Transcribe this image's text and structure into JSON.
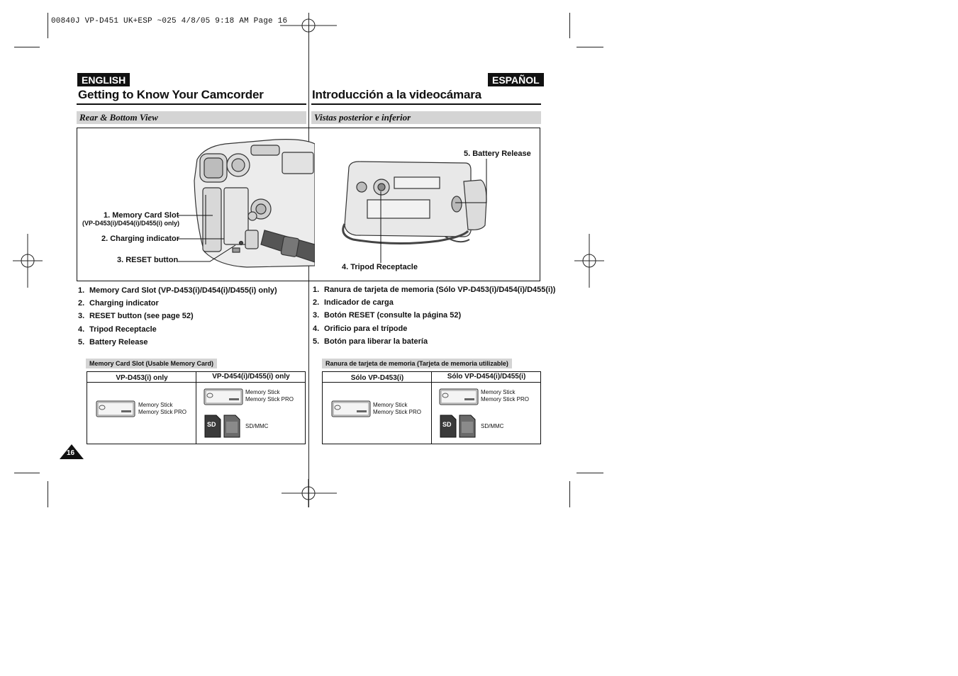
{
  "print_header": "00840J VP-D451 UK+ESP ~025  4/8/05 9:18 AM  Page 16",
  "left": {
    "badge": "ENGLISH",
    "title": "Getting to Know Your Camcorder",
    "subtitle": "Rear & Bottom View",
    "callouts": {
      "c1": "1. Memory Card Slot",
      "c1_sub": "(VP-D453(i)/D454(i)/D455(i) only)",
      "c2": "2. Charging indicator",
      "c3": "3. RESET button",
      "c4": "4. Tripod Receptacle",
      "c5": "5. Battery Release"
    },
    "list": [
      {
        "num": "1.",
        "text": "Memory Card Slot  (VP-D453(i)/D454(i)/D455(i) only)"
      },
      {
        "num": "2.",
        "text": "Charging indicator"
      },
      {
        "num": "3.",
        "text": "RESET button (see page 52)"
      },
      {
        "num": "4.",
        "text": "Tripod Receptacle"
      },
      {
        "num": "5.",
        "text": "Battery Release"
      }
    ],
    "table_caption": "Memory Card Slot (Usable Memory Card)",
    "table": {
      "col1_header": "VP-D453(i) only",
      "col2_header": "VP-D454(i)/D455(i) only",
      "ms_label_1": "Memory Stick",
      "ms_label_2": "Memory Stick PRO",
      "sd_label": "SD/MMC"
    },
    "page_number": "16"
  },
  "right": {
    "badge": "ESPAÑOL",
    "title": "Introducción a la videocámara",
    "subtitle": "Vistas posterior e inferior",
    "list": [
      {
        "num": "1.",
        "text": "Ranura de tarjeta de memoria (Sólo VP-D453(i)/D454(i)/D455(i))"
      },
      {
        "num": "2.",
        "text": "Indicador de carga"
      },
      {
        "num": "3.",
        "text": "Botón RESET (consulte la página 52)"
      },
      {
        "num": "4.",
        "text": "Orificio para el trípode"
      },
      {
        "num": "5.",
        "text": "Botón para liberar la batería"
      }
    ],
    "table_caption": "Ranura de tarjeta de memoria (Tarjeta de memoria utilizable)",
    "table": {
      "col1_header": "Sólo VP-D453(i)",
      "col2_header": "Sólo VP-D454(i)/D455(i)",
      "ms_label_1": "Memory Stick",
      "ms_label_2": "Memory Stick PRO",
      "sd_label": "SD/MMC"
    }
  }
}
